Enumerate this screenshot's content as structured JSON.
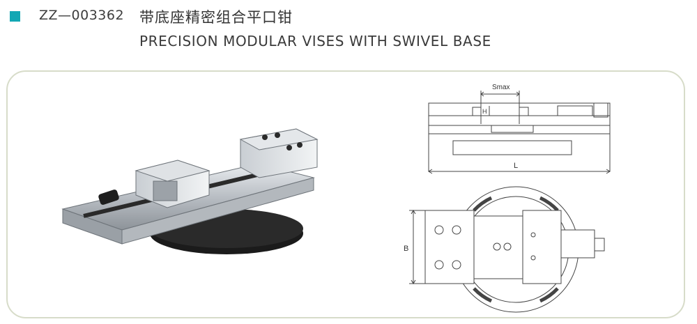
{
  "header": {
    "code": "ZZ—003362",
    "title_cn": "带底座精密组合平口钳",
    "title_en": "PRECISION MODULAR VISES WITH SWIVEL BASE"
  },
  "drawing": {
    "label_smax": "Smax",
    "label_h": "H",
    "label_l": "L",
    "label_b": "B"
  },
  "colors": {
    "accent": "#12a7b4",
    "frame_border": "#d7dcc9"
  },
  "icons": {
    "marker": "square-marker"
  }
}
